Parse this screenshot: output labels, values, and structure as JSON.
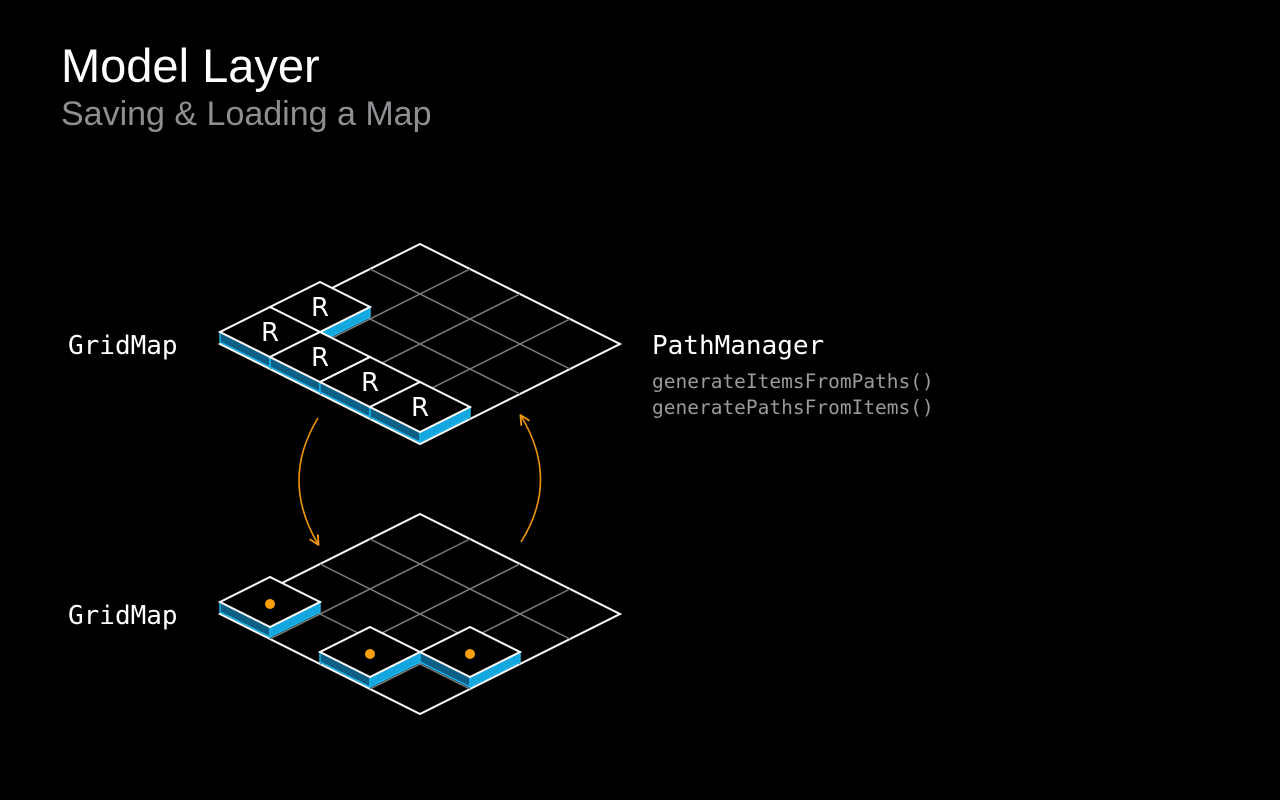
{
  "slide": {
    "title": "Model Layer",
    "subtitle": "Saving & Loading a Map"
  },
  "diagram": {
    "top_grid_label": "GridMap",
    "bottom_grid_label": "GridMap",
    "manager_label": "PathManager",
    "methods": [
      "generateItemsFromPaths()",
      "generatePathsFromItems()"
    ],
    "road_tile_label": "R",
    "top_grid_road_cells": [
      [
        0,
        2
      ],
      [
        0,
        3
      ],
      [
        1,
        3
      ],
      [
        2,
        3
      ],
      [
        3,
        3
      ]
    ],
    "bottom_grid_item_cells": [
      [
        0,
        3
      ],
      [
        2,
        3
      ],
      [
        3,
        2
      ]
    ],
    "grid_size": 4
  },
  "colors": {
    "background": "#000000",
    "title": "#ffffff",
    "subtitle": "#8e8e93",
    "grid_outline": "#ffffff",
    "grid_inner": "#7a7a7a",
    "tile_edge": "#1ab3ea",
    "arrow": "#f0960a",
    "item_dot": "#ff9f0a",
    "method_text": "#9a9a9a"
  }
}
